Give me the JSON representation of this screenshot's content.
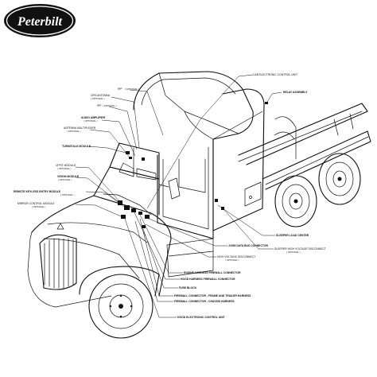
{
  "brand": {
    "logo_text": "Peterbilt"
  },
  "labels": {
    "ipp_opt": "IPP",
    "ipp_opt_sub": "( OPTIONAL )",
    "gps_antenna": "GPS ANTENNA",
    "gps_antenna_sub": "( OPTIONAL )",
    "ipp": "IPP",
    "ipp_sub": "( OPTIONAL )",
    "audio_amplifier": "AUDIO AMPLIFIER",
    "audio_amplifier_sub": "( OPTIONAL )",
    "antenna_multiplexer": "ANTENNA MULTIPLEXER",
    "antenna_multiplexer_sub": "( OPTIONAL )",
    "turnstalk_module": "TURNSTALK MODULE",
    "upfit_module": "UPFIT MODULE",
    "upfit_module_sub": "( OPTIONAL )",
    "vision_module": "VISION MODULE",
    "vision_module_sub": "( OPTIONAL )",
    "remote_entry": "REMOTE KEYLESS ENTRY MODULE",
    "remote_entry_sub": "( OPTIONAL )",
    "mirror_control": "MIRROR CONTROL MODULE",
    "mirror_control_sub": "( OPTIONAL )",
    "cab_ecu": "CAB ELECTRONIC CONTROL UNIT",
    "relay_assembly": "RELAY ASSEMBLY",
    "sleeper_load_center": "SLEEPER LOAD CENTER",
    "sleeper_hv_disconnect": "SLEEPER HIGH VOLTAGE DISCONNECT",
    "sleeper_hv_disconnect_sub": "( OPTIONAL )",
    "j1939_connector": "J1939 DATA BUS CONNECTOR",
    "hv_disconnect": "HIGH VOLTAGE DISCONNECT",
    "hv_disconnect_sub": "( OPTIONAL )",
    "engine_harness": "ENGINE HARNESS FIREWALL CONNECTOR",
    "hood_harness": "HOOD HARNESS FIREWALL CONNECTOR",
    "fuse_block": "FUSE BLOCK",
    "firewall_frame_trailer": "FIREWALL CONNECTOR - FRAME AND TRAILER HARNESS",
    "firewall_chassis": "FIREWALL CONNECTOR - CHASSIS HARNESS",
    "hood_ecu": "HOOD ELECTRONIC CONTROL UNIT"
  }
}
